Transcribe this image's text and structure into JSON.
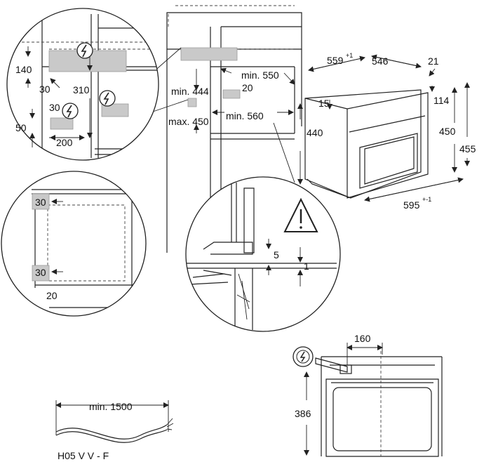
{
  "labels": {
    "d140": "140",
    "d30_top": "30",
    "d310": "310",
    "d30_mid": "30",
    "d50": "50",
    "d200": "200",
    "min444": "min. 444",
    "max450": "max. 450",
    "min550": "min. 550",
    "d20_cab": "20",
    "min560": "min. 560",
    "d559": "559",
    "d559_sup": "+1",
    "d546": "546",
    "d21": "21",
    "d15": "15",
    "d114": "114",
    "d440": "440",
    "d450": "450",
    "d455": "455",
    "d595": "595",
    "d595_sup": "+-1",
    "d30_side_top": "30",
    "d30_side_bot": "30",
    "d20_side": "20",
    "d5": "5",
    "d1": "1",
    "d160": "160",
    "d386": "386",
    "min1500": "min. 1500",
    "cable": "H05 V V - F"
  },
  "icons": [
    "electrical-hazard-icon",
    "warning-triangle-icon"
  ]
}
